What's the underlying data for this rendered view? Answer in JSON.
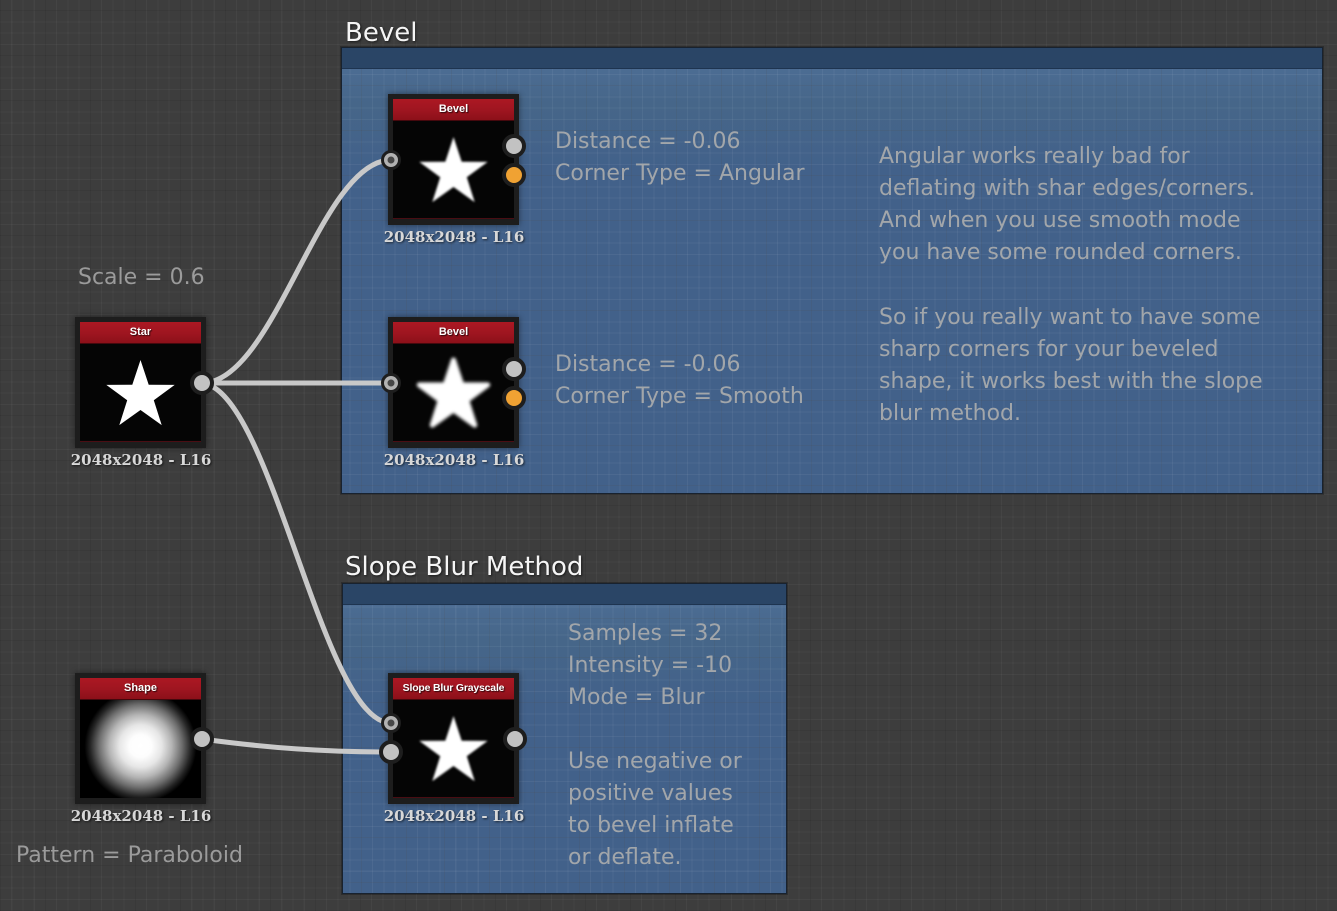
{
  "frames": [
    {
      "id": "bevel",
      "title": "Bevel"
    },
    {
      "id": "slope",
      "title": "Slope Blur Method"
    }
  ],
  "nodes": [
    {
      "id": "star",
      "title": "Star",
      "label": "2048x2048 - L16",
      "thumbnail": "sharp-star"
    },
    {
      "id": "bevel-angular",
      "title": "Bevel",
      "label": "2048x2048 - L16",
      "thumbnail": "beveled-star"
    },
    {
      "id": "bevel-smooth",
      "title": "Bevel",
      "label": "2048x2048 - L16",
      "thumbnail": "smooth-beveled-star"
    },
    {
      "id": "shape",
      "title": "Shape",
      "label": "2048x2048 - L16",
      "thumbnail": "paraboloid-blob"
    },
    {
      "id": "slope-blur",
      "title": "Slope Blur Grayscale",
      "label": "2048x2048 - L16",
      "thumbnail": "slope-blurred-star"
    }
  ],
  "annotations": {
    "scale": "Scale = 0.6",
    "pattern": "Pattern = Paraboloid",
    "bevel_angular_params": [
      "Distance = -0.06",
      "Corner Type = Angular"
    ],
    "bevel_smooth_params": [
      "Distance = -0.06",
      "Corner Type = Smooth"
    ],
    "slope_params": [
      "Samples = 32",
      "Intensity = -10",
      "Mode = Blur"
    ],
    "bevel_note1": [
      "Angular works really bad for",
      "deflating with shar edges/corners.",
      "And when you use smooth mode",
      "you have some rounded corners."
    ],
    "bevel_note2": [
      "So if you really want to have some",
      "sharp corners for your beveled",
      "shape, it works best with the slope",
      "blur method."
    ],
    "slope_note": [
      "Use negative or",
      "positive values",
      "to bevel inflate",
      "or deflate."
    ]
  },
  "colors": {
    "bg": "#3d3d3d",
    "panel": "#42618a",
    "panel-header": "#2a4566",
    "node-header": "#9e1520",
    "wire": "#c9c9c9",
    "conn-gray": "#c2c2c2",
    "conn-orange": "#f0a233",
    "text-muted": "#a2a6aa",
    "text-title": "#f5f5f5",
    "text-label": "#d8d8d8"
  }
}
